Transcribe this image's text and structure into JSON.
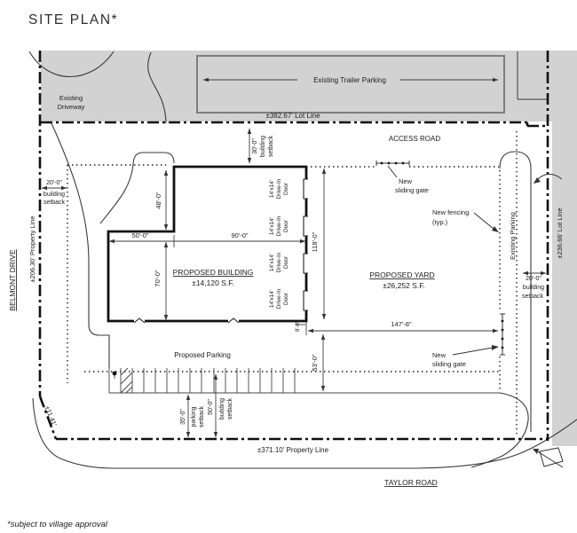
{
  "title": "SITE PLAN*",
  "footnote": "*subject to village approval",
  "roads": {
    "belmont": "BELMONT DRIVE",
    "taylor": "TAYLOR ROAD",
    "access": "ACCESS ROAD"
  },
  "boundaries": {
    "lot_line_top": "±382.67' Lot Line",
    "lot_line_right": "±236.66' Lot Line",
    "property_line_left": "±206.30' Property Line",
    "property_line_bottom": "±371.10' Property Line",
    "corner_cut": "±11.41'"
  },
  "areas": {
    "existing_driveway": [
      "Existing",
      "Driveway"
    ],
    "existing_trailer_parking": "Existing Trailer Parking",
    "existing_parking": "Existing Parking",
    "proposed_parking": "Proposed Parking",
    "building_name": "PROPOSED BUILDING",
    "building_area": "±14,120 S.F.",
    "yard_name": "PROPOSED YARD",
    "yard_area": "±26,252 S.F."
  },
  "setbacks": {
    "left": [
      "20'-0\"",
      "building",
      "setback"
    ],
    "top": [
      "30'-0\"",
      "building",
      "setback"
    ],
    "right": [
      "20'-0\"",
      "building",
      "setback"
    ],
    "parking": [
      "35'-0\"",
      "parking",
      "setback"
    ],
    "building_south": [
      "50'-0\"",
      "building",
      "setback"
    ]
  },
  "dimensions": {
    "wing_height": "48'-0\"",
    "west_width": "50'-0\"",
    "east_width": "90'-0\"",
    "south_height": "70'-0\"",
    "building_depth": "118'-0\"",
    "yard_width": "147'-8\"",
    "yard_south": "53'-0\"",
    "jog": "8'-0\""
  },
  "door_label": [
    "14'x14'",
    "Drive-In",
    "Door"
  ],
  "annotations": {
    "gate_top": [
      "New",
      "sliding gate"
    ],
    "gate_bottom": [
      "New",
      "sliding gate"
    ],
    "fencing": [
      "New fencing",
      "(typ.)"
    ]
  },
  "colors": {
    "paving_gray": "#d2d2d2",
    "line_black": "#1c1c1c"
  }
}
